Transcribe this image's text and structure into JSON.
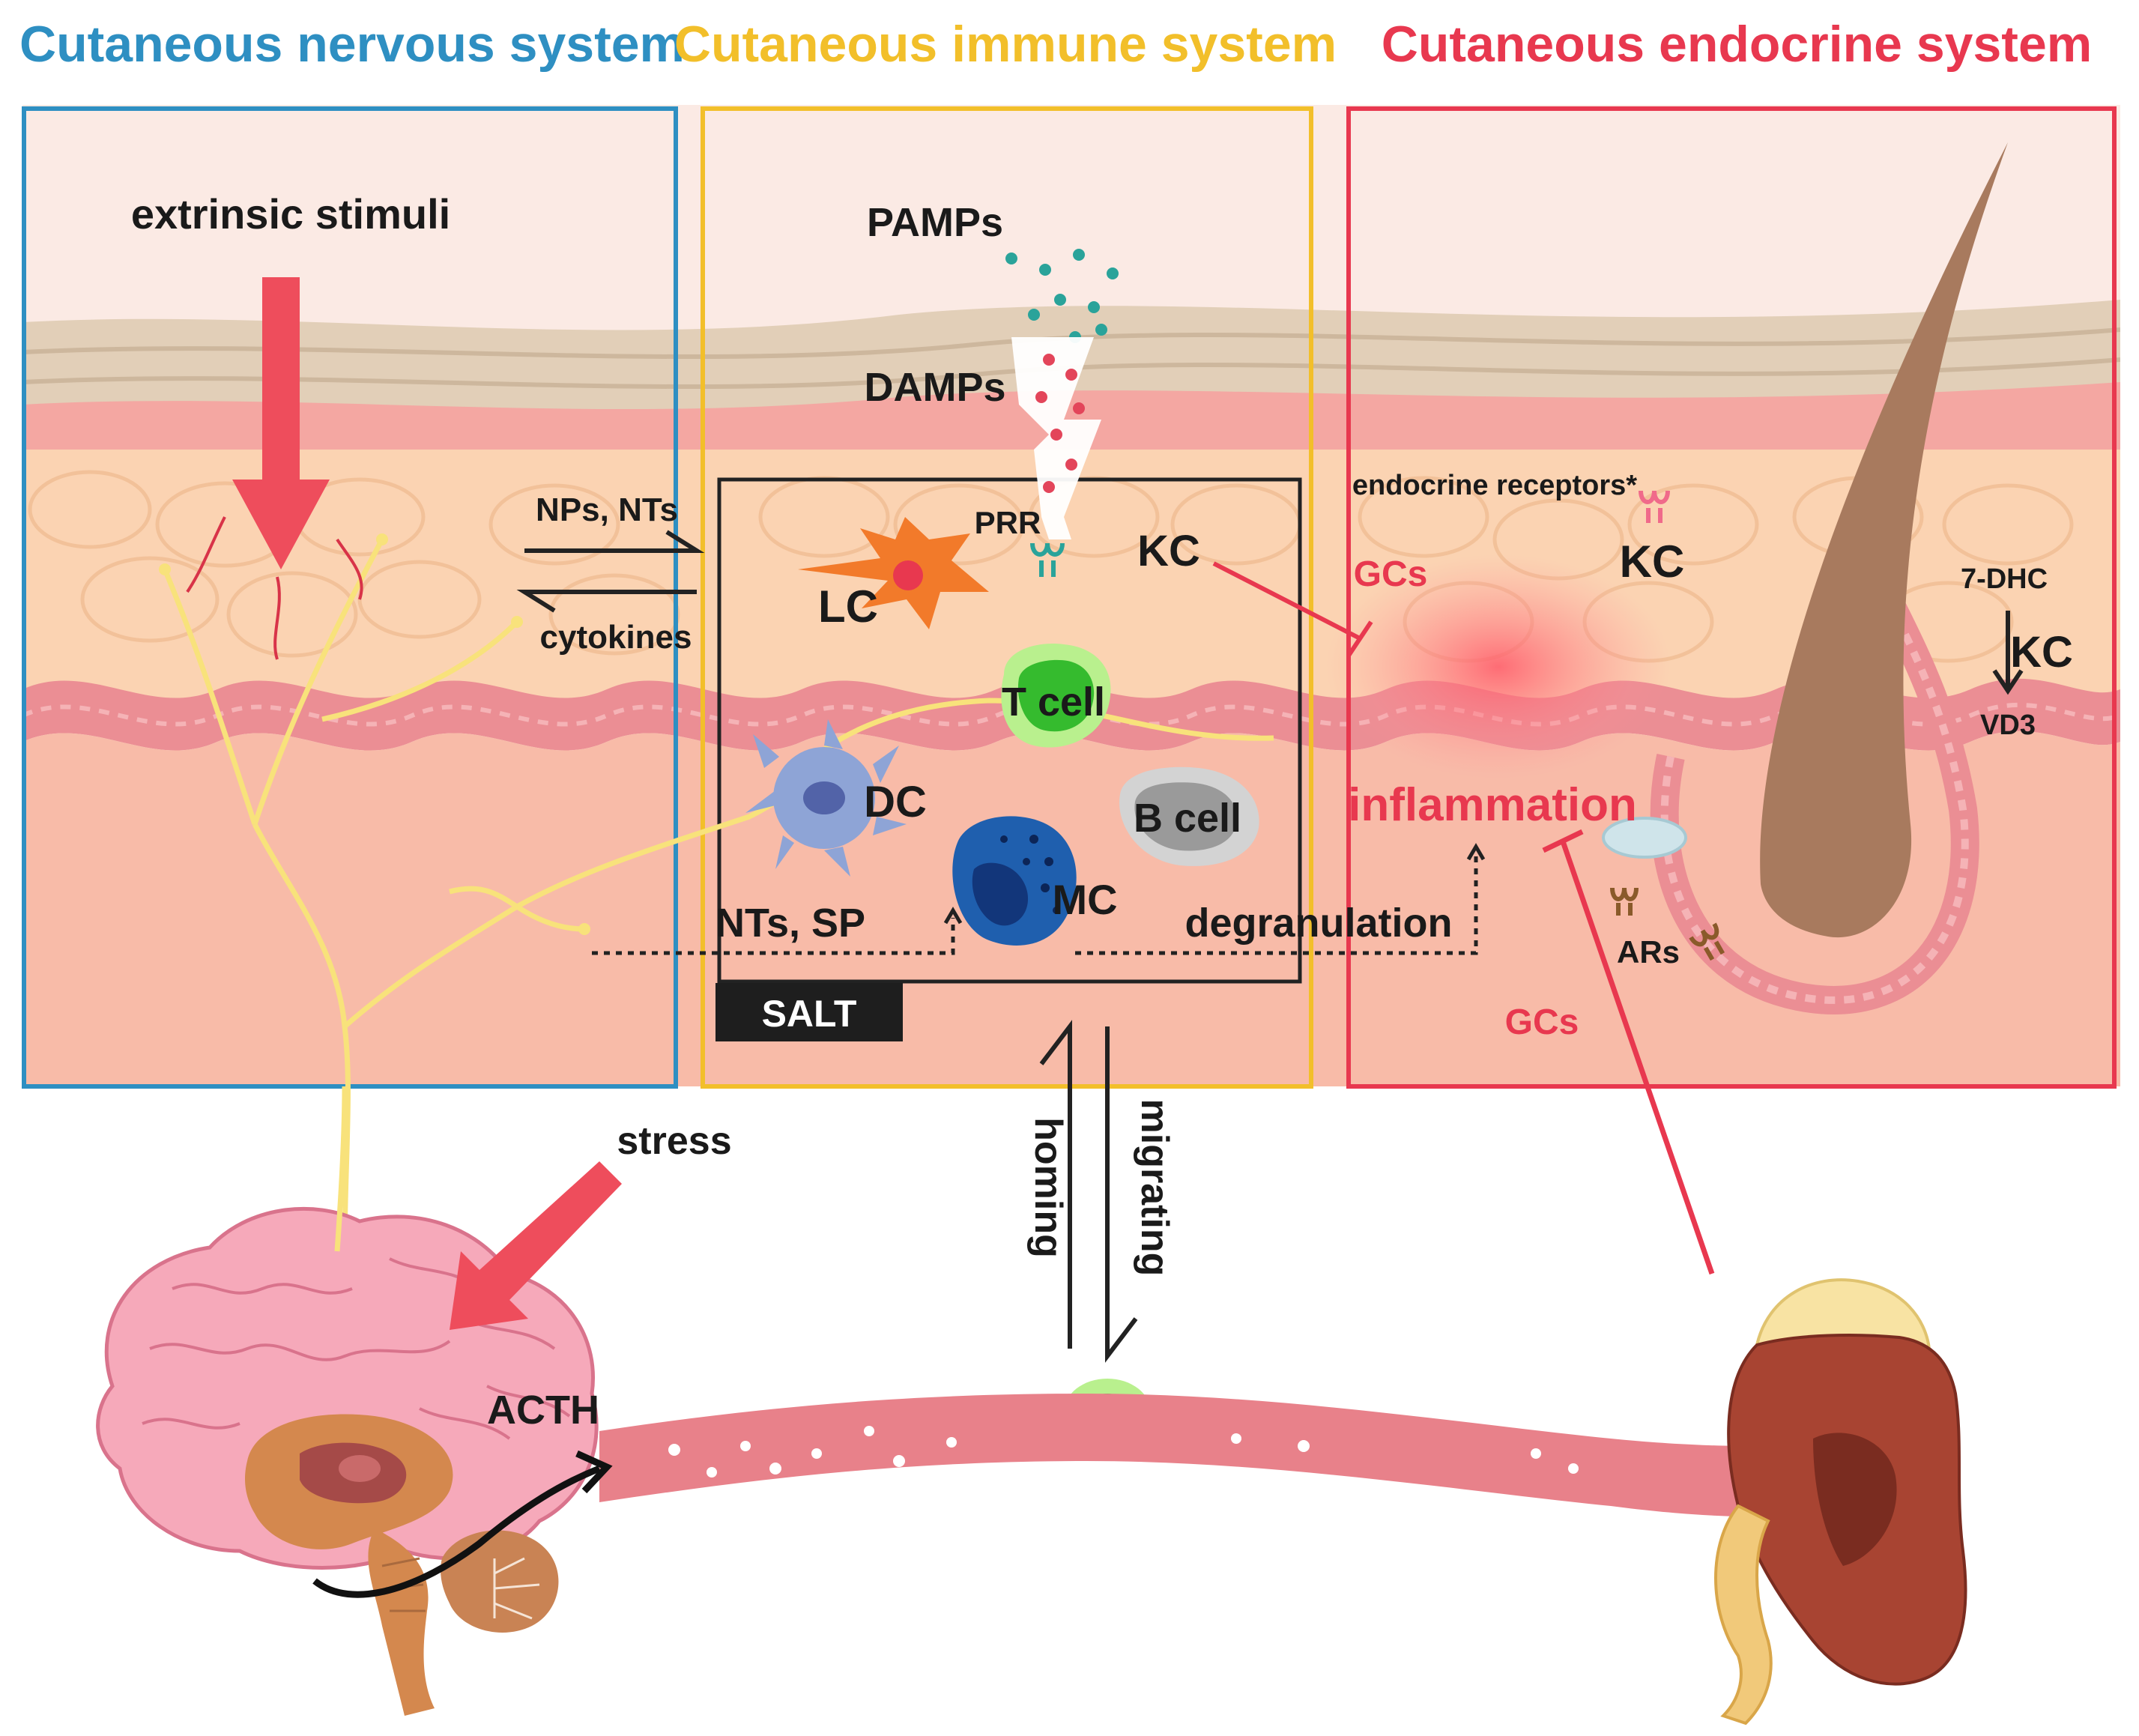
{
  "titles": {
    "nervous": "Cutaneous nervous system",
    "immune": "Cutaneous immune system",
    "endocrine": "Cutaneous endocrine system"
  },
  "labels": {
    "extrinsic_stimuli": "extrinsic stimuli",
    "pamps": "PAMPs",
    "damps": "DAMPs",
    "nps_nts": "NPs, NTs",
    "cytokines": "cytokines",
    "prr": "PRR",
    "kc_immune": "KC",
    "lc": "LC",
    "t_cell": "T cell",
    "dc": "DC",
    "b_cell": "B cell",
    "mc": "MC",
    "nts_sp": "NTs, SP",
    "degranulation": "degranulation",
    "salt": "SALT",
    "endocrine_receptors": "endocrine receptors*",
    "kc_endocrine": "KC",
    "gcs_top": "GCs",
    "seven_dhc": "7-DHC",
    "kc_vd3": "KC",
    "vd3": "VD3",
    "inflammation": "inflammation",
    "ars": "ARs",
    "gcs_bottom": "GCs",
    "stress": "stress",
    "homing": "homing",
    "migrating": "migrating",
    "acth": "ACTH"
  },
  "colors": {
    "nervous": "#2e8fc2",
    "immune": "#f2bf2a",
    "endocrine": "#e8384f",
    "skin_base": "#f7c3ac",
    "arrow_red": "#ee4d5c"
  }
}
